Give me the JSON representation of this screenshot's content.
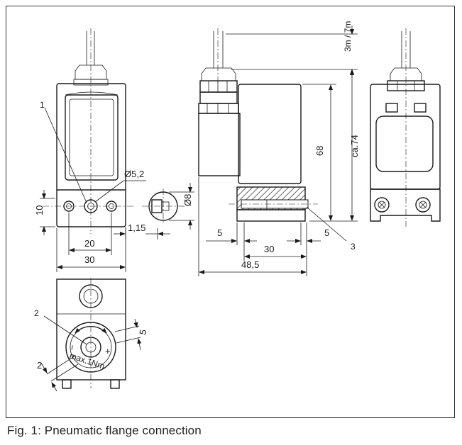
{
  "caption": "Fig. 1: Pneumatic flange connection",
  "callouts": {
    "c1": "1",
    "c2": "2",
    "c3": "3"
  },
  "dimensions": {
    "d_5_2": "Ø5,2",
    "d_8": "Ø8",
    "d_10": "10",
    "d_20": "20",
    "d_30_front": "30",
    "d_1_15": "1,15",
    "d_5_left": "5",
    "d_30_side": "30",
    "d_48_5": "48,5",
    "d_5_right": "5",
    "d_68": "68",
    "d_ca74": "ca.74",
    "d_cable": "3m / 7m",
    "d_5_bottom": "5",
    "d_2_bottom": "2"
  },
  "knob": {
    "minus": "−",
    "plus": "+",
    "torque": "max.1Nm"
  }
}
